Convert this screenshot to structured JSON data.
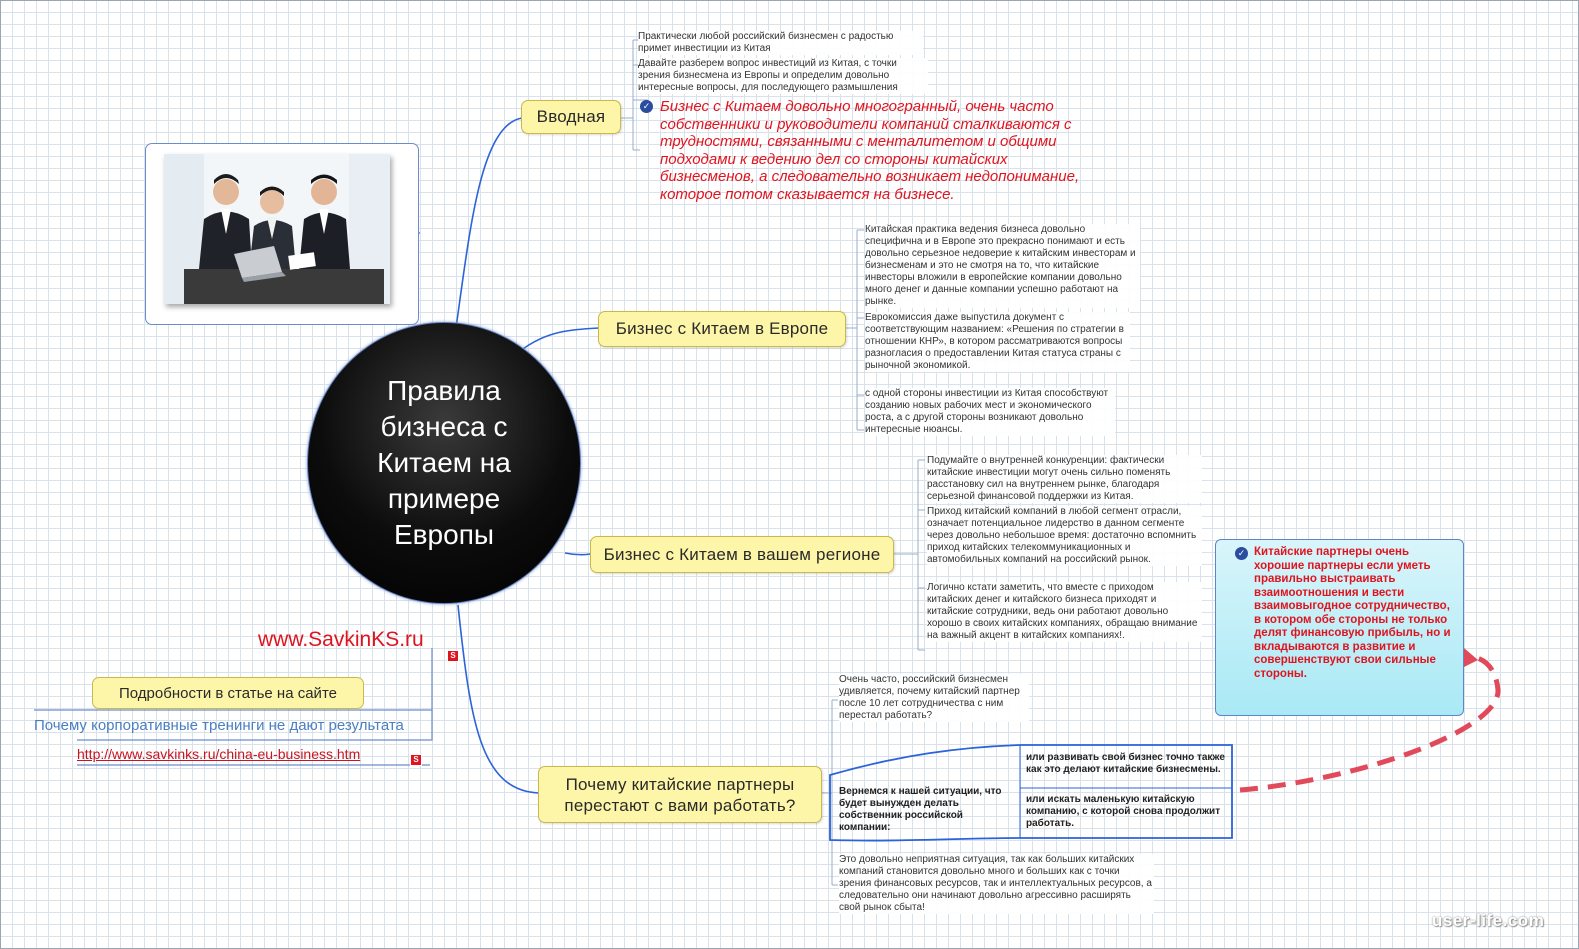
{
  "central": {
    "title": "Правила бизнеса с Китаем на примере Европы"
  },
  "topics": {
    "intro": "Вводная",
    "europe": "Бизнес с Китаем в Европе",
    "region": "Бизнес с Китаем в вашем регионе",
    "why": "Почему китайские партнеры перестают с вами работать?"
  },
  "intro_notes": [
    "Практически любой российский бизнесмен с радостью примет инвестиции из Китая",
    "Давайте разберем вопрос инвестиций из Китая, с точки зрения бизнесмена из Европы и определим довольно интересные вопросы, для последующего размышления"
  ],
  "intro_highlight": "Бизнес с Китаем довольно многогранный, очень часто собственники и руководители компаний сталкиваются с трудностями, связанными с менталитетом и общими подходами к ведению дел со стороны китайских бизнесменов, а следовательно возникает недопонимание, которое потом сказывается на бизнесе.",
  "europe_notes": [
    "Китайская практика ведения бизнеса довольно специфична и в Европе это прекрасно понимают и есть довольно серьезное недоверие к китайским инвесторам и бизнесменам и это не смотря на то, что китайские инвесторы вложили в европейские компании довольно много денег и данные компании успешно работают на рынке.",
    "Еврокомиссия даже выпустила документ с соответствующим названием: «Решения по стратегии в отношении КНР»,  в котором рассматриваются вопросы разногласия о предоставлении Китая статуса страны с рыночной экономикой.",
    "с одной стороны инвестиции из Китая способствуют созданию новых рабочих мест и экономического роста, а с другой стороны возникают довольно интересные нюансы."
  ],
  "region_notes": [
    "Подумайте о внутренней конкуренции: фактически китайские инвестиции могут очень сильно поменять расстановку сил на внутреннем рынке, благодаря серьезной финансовой поддержки из Китая.",
    "Приход китайский компаний в любой сегмент отрасли, означает потенциальное лидерство в данном сегменте через довольно небольшое время: достаточно вспомнить приход китайских телекоммуникационных и автомобильных компаний на российский рынок.",
    "Логично кстати заметить, что вместе с приходом китайских денег и китайского бизнеса приходят и китайские сотрудники, ведь они работают довольно хорошо в своих китайских компаниях, обращаю внимание на важный акцент в китайских компаниях!."
  ],
  "why_notes": {
    "top": "Очень часто, российский бизнесмен удивляется, почему китайский партнер после 10 лет сотрудничества с ним перестал работать?",
    "question": "Вернемся к нашей ситуации, что будет вынужден делать собственник российской компании:",
    "option1": "или развивать свой бизнес точно также как это делают китайские бизнесмены.",
    "option2": "или искать маленькую китайскую компанию, с которой снова продолжит работать.",
    "bottom": "Это довольно неприятная ситуация, так как больших китайских компаний становится довольно много и больших как с точки зрения финансовых ресурсов, так и интеллектуальных ресурсов, а следовательно они начинают довольно агрессивно расширять свой рынок сбыта!"
  },
  "callout": "Китайские партнеры очень хорошие партнеры если уметь правильно выстраивать взаимоотношения и вести взаимовыгодное сотрудничество, в котором обе стороны не только делят финансовую прибыль, но и вкладываются в развитие и совершенствуют свои сильные стороны.",
  "site": {
    "label": "www.SavkinKS.ru",
    "details_button": "Подробности в статье на сайте",
    "related_link": "Почему корпоративные тренинги не дают результата",
    "url_link": "http://www.savkinks.ru/china-eu-business.htm"
  },
  "watermark": "user-life.com",
  "icons": {
    "check": "check-icon",
    "source": "source-icon"
  },
  "colors": {
    "topic_fill": "#fdf6a8",
    "accent_red": "#e0141e",
    "link_blue": "#4a7fc1",
    "branch_blue": "#2b63d9"
  }
}
